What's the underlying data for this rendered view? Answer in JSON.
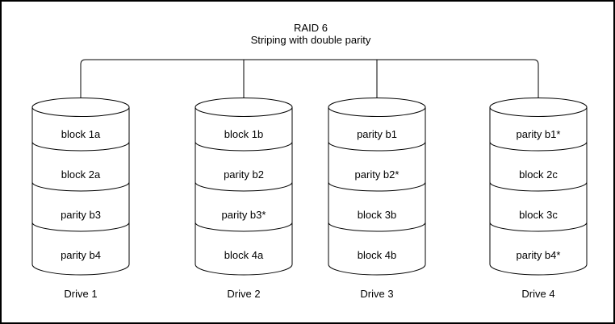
{
  "title": "RAID 6",
  "subtitle": "Striping with double parity",
  "drives": [
    {
      "name": "Drive 1",
      "blocks": [
        "block 1a",
        "block 2a",
        "parity b3",
        "parity b4"
      ]
    },
    {
      "name": "Drive 2",
      "blocks": [
        "block 1b",
        "parity b2",
        "parity b3*",
        "block 4a"
      ]
    },
    {
      "name": "Drive 3",
      "blocks": [
        "parity b1",
        "parity b2*",
        "block 3b",
        "block 4b"
      ]
    },
    {
      "name": "Drive 4",
      "blocks": [
        "parity b1*",
        "block 2c",
        "block 3c",
        "parity b4*"
      ]
    }
  ],
  "colors": {
    "stroke": "#000000",
    "fill": "#ffffff",
    "background": "#ffffff",
    "border": "#000000"
  }
}
